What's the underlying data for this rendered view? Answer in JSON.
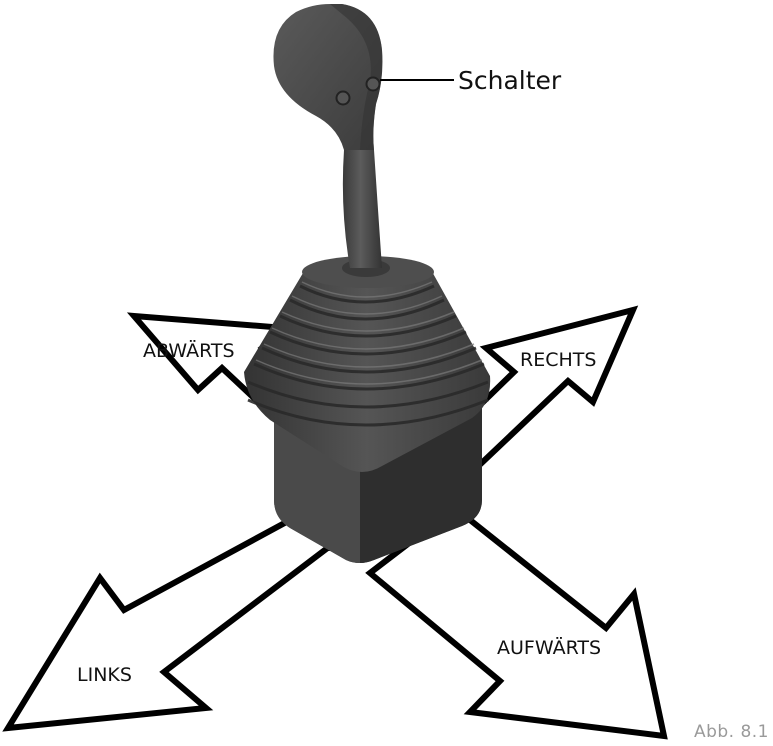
{
  "labels": {
    "switch": "Schalter",
    "down": "ABWÄRTS",
    "right": "RECHTS",
    "left": "LINKS",
    "up": "AUFWÄRTS"
  },
  "caption": "Abb. 8.1",
  "colors": {
    "background": "#ffffff",
    "arrow_fill": "#ffffff",
    "arrow_stroke": "#000000",
    "joystick_body": "#4a4a4a",
    "joystick_highlight": "#6a6a6a",
    "joystick_shadow": "#2f2f2f",
    "caption": "#9a9a9a"
  },
  "icons": [
    "joystick",
    "direction-arrow"
  ]
}
